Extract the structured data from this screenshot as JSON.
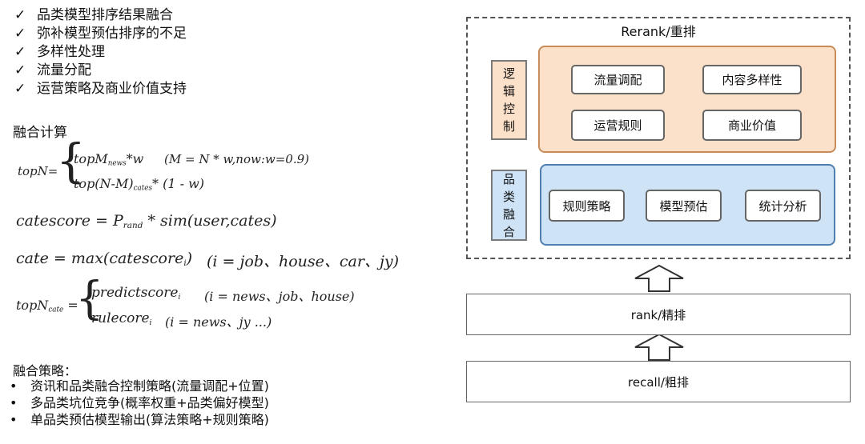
{
  "checklist": [
    {
      "mark": "✓",
      "text": "品类模型排序结果融合"
    },
    {
      "mark": "✓",
      "text": "弥补模型预估排序的不足"
    },
    {
      "mark": "✓",
      "text": "多样性处理"
    },
    {
      "mark": "✓",
      "text": "流量分配"
    },
    {
      "mark": "✓",
      "text": "运营策略及商业价值支持"
    }
  ],
  "fusion_calc": {
    "title": "融合计算",
    "topn_lhs": "topN=",
    "topn_case1_a": "topM",
    "topn_case1_sub": "news",
    "topn_case1_b": "*w",
    "topn_case1_note": "(M = N * w,now:w=0.9)",
    "topn_case2_a": "top(N-M)",
    "topn_case2_sub": "cates",
    "topn_case2_b": "* (1 - w)",
    "catescore_a": "catescore = P",
    "catescore_sub": "rand",
    "catescore_b": " * sim(user,cates)",
    "cate_a": "cate = max(catescore",
    "cate_sub": "i",
    "cate_b": ")",
    "cate_note": "(i = job、house、car、jy)",
    "topncate_lhs_a": "topN",
    "topncate_lhs_sub": "cate",
    "topncate_lhs_b": " =",
    "topncate_case1_a": "predictscore",
    "topncate_case1_sub": "i",
    "topncate_case1_note": "(i = news、job、house)",
    "topncate_case2_a": "rulecore",
    "topncate_case2_sub": "i",
    "topncate_case2_note": "(i = news、jy ...)"
  },
  "fusion_strategy": {
    "title": "融合策略：",
    "items": [
      {
        "dot": "•",
        "text": "资讯和品类融合控制策略(流量调配+位置)"
      },
      {
        "dot": "•",
        "text": "多品类坑位竞争(概率权重+品类偏好模型)"
      },
      {
        "dot": "•",
        "text": "单品类预估模型输出(算法策略+规则策略)"
      }
    ]
  },
  "diagram": {
    "rerank_title": "Rerank/重排",
    "logic_label": "逻辑控制",
    "fusion_label": "品类融合",
    "logic_chips": [
      "流量调配",
      "内容多样性",
      "运营规则",
      "商业价值"
    ],
    "fusion_chips": [
      "规则策略",
      "模型预估",
      "统计分析"
    ],
    "rank_label": "rank/精排",
    "recall_label": "recall/粗排",
    "colors": {
      "orange_fill": "#fbe1c9",
      "orange_border": "#c78c5a",
      "blue_fill": "#cfe3f7",
      "blue_border": "#4f7fb0"
    }
  }
}
